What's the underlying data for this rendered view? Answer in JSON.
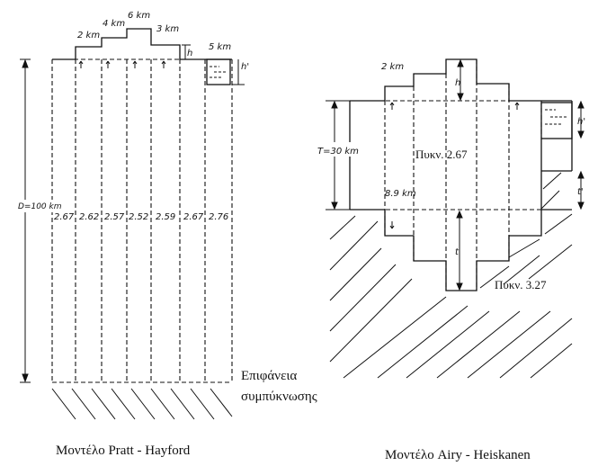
{
  "pratt": {
    "heights": [
      "2 km",
      "4 km",
      "6 km",
      "3 km",
      "5 km"
    ],
    "h_label": "h",
    "h_prime_label": "h'",
    "depth_label": "D=100 km",
    "densities": [
      "2.67",
      "2.62",
      "2.57",
      "2.52",
      "2.59",
      "2.67",
      "2.76"
    ],
    "surface_label_line1": "Επιφάνεια",
    "surface_label_line2": "συμπύκνωσης",
    "caption": "Μοντέλο Pratt - Hayford"
  },
  "airy": {
    "height_2km": "2 km",
    "h_label": "h",
    "h_prime_label": "h'",
    "thickness_label": "T=30 km",
    "crust_density": "Πυκν. 2.67",
    "root_label": "8.9 km",
    "t_label": "t",
    "t_prime_label": "t'",
    "mantle_density": "Πυκν. 3.27",
    "caption": "Μοντέλο Airy - Heiskanen"
  }
}
